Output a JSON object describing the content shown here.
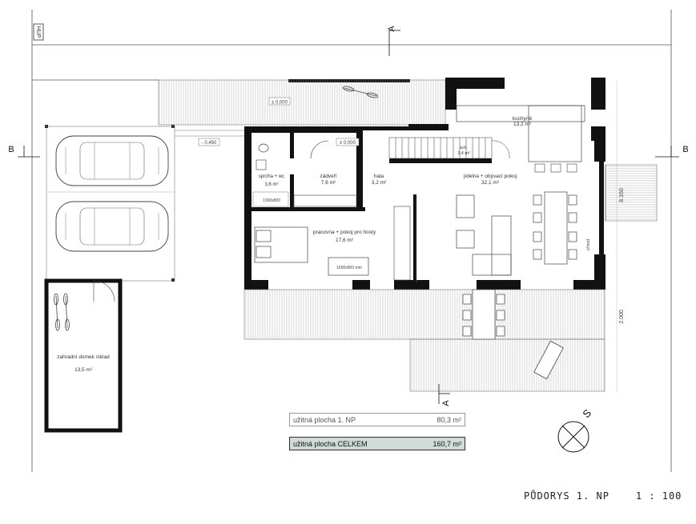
{
  "title": "PŮDORYS 1. NP    1 : 100",
  "markers": {
    "hup": "HUP",
    "section_a": "A",
    "section_b": "B",
    "north": "S"
  },
  "levels": {
    "terrace_front": "± 0,000",
    "interior": "± 0,000",
    "driveway": "- 0,450"
  },
  "rooms": [
    {
      "id": "kuchyne",
      "name": "kuchyně",
      "area": "13,2 m²"
    },
    {
      "id": "jidelna",
      "name": "jídelna + obývací pokoj",
      "area": "32,1 m²"
    },
    {
      "id": "sprcha",
      "name": "sprcha + wc",
      "area": "3,6 m²"
    },
    {
      "id": "zadveri",
      "name": "zádveří",
      "area": "7,6 m²"
    },
    {
      "id": "hala",
      "name": "hala",
      "area": "3,2 m²"
    },
    {
      "id": "sch",
      "name": "sch.",
      "area": "3,4 m²"
    },
    {
      "id": "pracovna",
      "name": "pracovna + pokoj pro hosty",
      "area": "17,6 m²"
    },
    {
      "id": "domek",
      "name": "zahradní domek /sklad",
      "area": "13,5 m²"
    }
  ],
  "notes": {
    "shower": "1300x800",
    "bed": "1600x800 mm",
    "vertical": "přívod"
  },
  "dims": {
    "right_top": "8.160",
    "right_mid": "2.000"
  },
  "area_summary": [
    {
      "label": "užitná plocha 1. NP",
      "value": "80,3 m²"
    },
    {
      "label": "užitná plocha CELKEM",
      "value": "160,7 m²"
    }
  ]
}
